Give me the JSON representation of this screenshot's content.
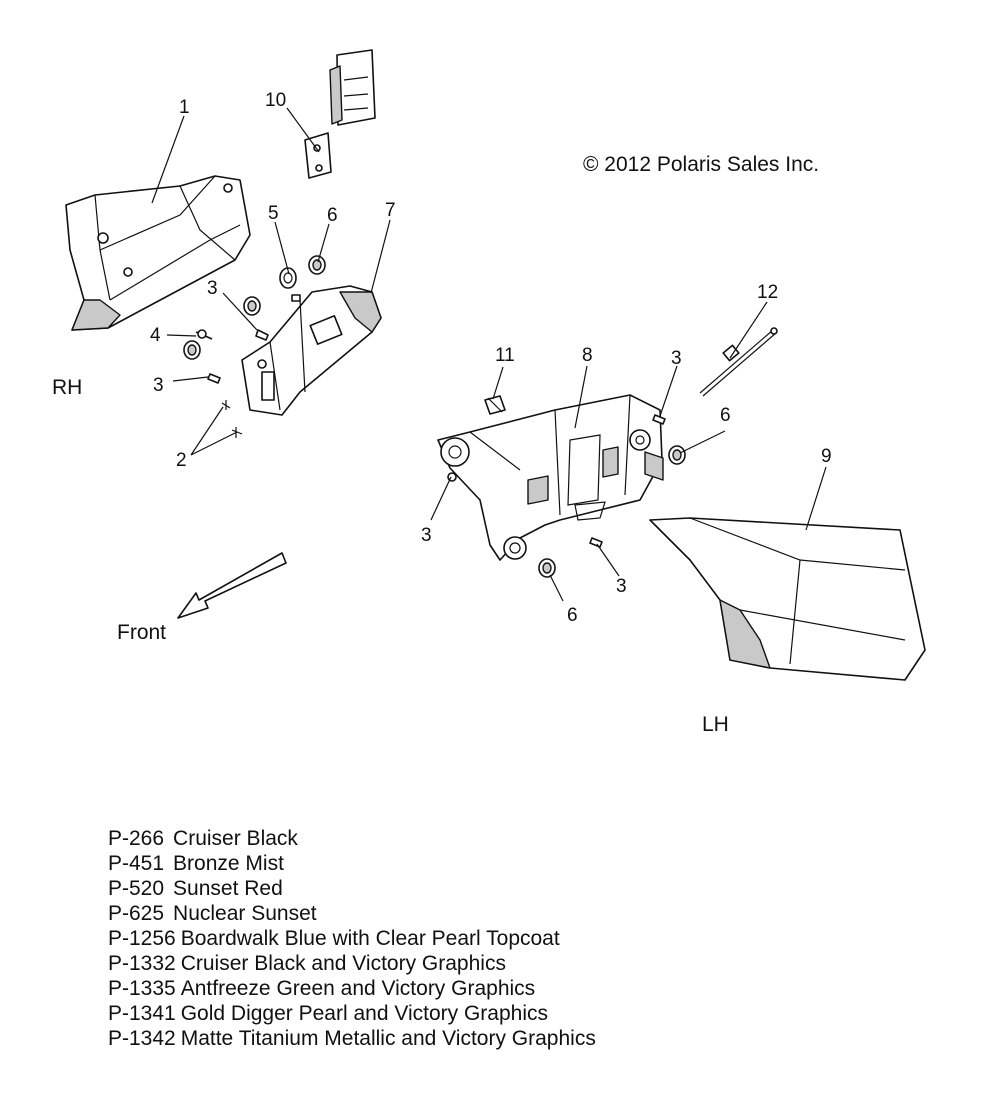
{
  "copyright": "© 2012 Polaris Sales Inc.",
  "side_labels": {
    "right": "RH",
    "left": "LH"
  },
  "direction": {
    "label": "Front"
  },
  "callouts": {
    "c1": "1",
    "c2": "2",
    "c3a": "3",
    "c3b": "3",
    "c3c": "3",
    "c3d": "3",
    "c3e": "3",
    "c4": "4",
    "c5": "5",
    "c6a": "6",
    "c6b": "6",
    "c6c": "6",
    "c7": "7",
    "c8": "8",
    "c9": "9",
    "c10": "10",
    "c11": "11",
    "c12": "12"
  },
  "paint_codes": [
    {
      "code": "P-266",
      "name": "Cruiser Black"
    },
    {
      "code": "P-451",
      "name": "Bronze Mist"
    },
    {
      "code": "P-520",
      "name": "Sunset Red"
    },
    {
      "code": "P-625",
      "name": "Nuclear Sunset"
    },
    {
      "code": "P-1256",
      "name": "Boardwalk Blue with Clear Pearl Topcoat"
    },
    {
      "code": "P-1332",
      "name": "Cruiser Black and Victory Graphics"
    },
    {
      "code": "P-1335",
      "name": "Antfreeze Green and Victory Graphics"
    },
    {
      "code": "P-1341",
      "name": "Gold Digger Pearl and Victory Graphics"
    },
    {
      "code": "P-1342",
      "name": "Matte Titanium Metallic and Victory Graphics"
    }
  ]
}
